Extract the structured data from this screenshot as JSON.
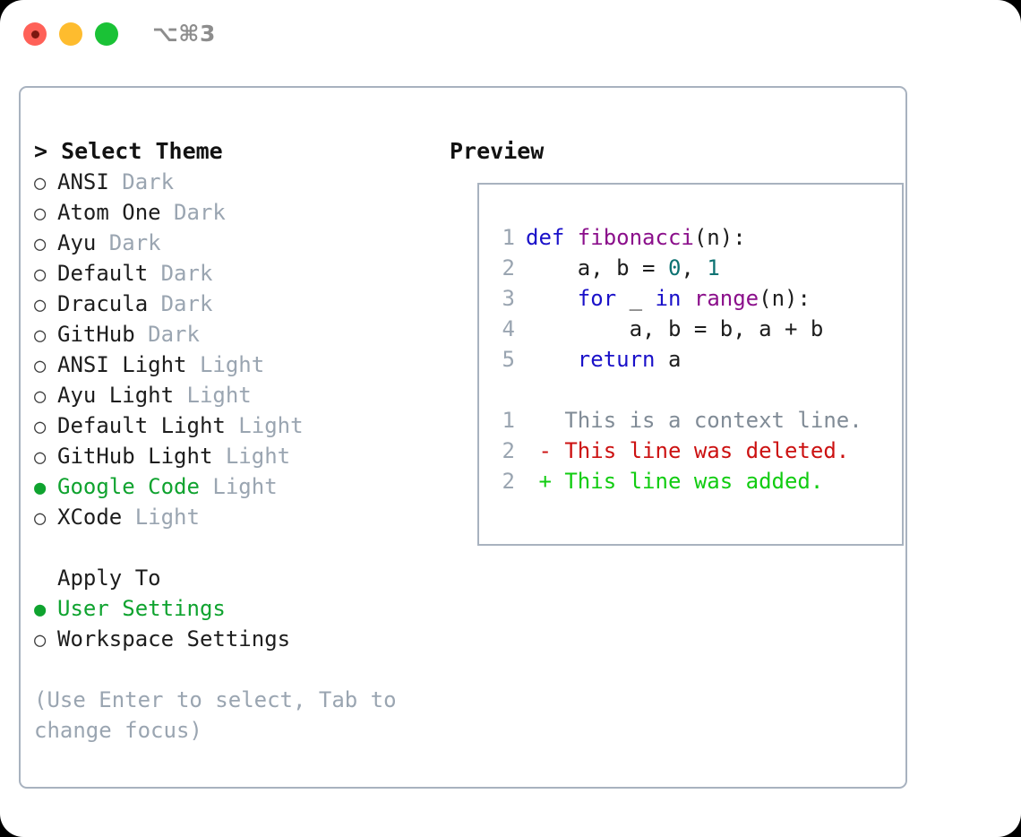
{
  "titlebar": {
    "shortcut": "⌥⌘3",
    "lights": [
      "close-light",
      "minimize-light",
      "zoom-light"
    ]
  },
  "left": {
    "heading": "> Select Theme",
    "themes": [
      {
        "bullet": "○",
        "name": "ANSI",
        "suffix": "Dark",
        "selected": false
      },
      {
        "bullet": "○",
        "name": "Atom One",
        "suffix": "Dark",
        "selected": false
      },
      {
        "bullet": "○",
        "name": "Ayu",
        "suffix": "Dark",
        "selected": false
      },
      {
        "bullet": "○",
        "name": "Default",
        "suffix": "Dark",
        "selected": false
      },
      {
        "bullet": "○",
        "name": "Dracula",
        "suffix": "Dark",
        "selected": false
      },
      {
        "bullet": "○",
        "name": "GitHub",
        "suffix": "Dark",
        "selected": false
      },
      {
        "bullet": "○",
        "name": "ANSI Light",
        "suffix": "Light",
        "selected": false
      },
      {
        "bullet": "○",
        "name": "Ayu Light",
        "suffix": "Light",
        "selected": false
      },
      {
        "bullet": "○",
        "name": "Default Light",
        "suffix": "Light",
        "selected": false
      },
      {
        "bullet": "○",
        "name": "GitHub Light",
        "suffix": "Light",
        "selected": false
      },
      {
        "bullet": "●",
        "name": "Google Code",
        "suffix": "Light",
        "selected": true
      },
      {
        "bullet": "○",
        "name": "XCode",
        "suffix": "Light",
        "selected": false
      }
    ],
    "apply_heading": "Apply To",
    "apply_options": [
      {
        "bullet": "●",
        "name": "User Settings",
        "suffix": "",
        "selected": true
      },
      {
        "bullet": "○",
        "name": "Workspace Settings",
        "suffix": "",
        "selected": false
      }
    ],
    "hint": "(Use Enter to select, Tab to change focus)"
  },
  "right": {
    "heading": "Preview",
    "code_lines": [
      {
        "num": "1",
        "tokens": [
          {
            "t": "def ",
            "c": "kw"
          },
          {
            "t": "fibonacci",
            "c": "fn"
          },
          {
            "t": "(n):",
            "c": "pln"
          }
        ]
      },
      {
        "num": "2",
        "tokens": [
          {
            "t": "    a, b = ",
            "c": "pln"
          },
          {
            "t": "0",
            "c": "num"
          },
          {
            "t": ", ",
            "c": "pln"
          },
          {
            "t": "1",
            "c": "num"
          }
        ]
      },
      {
        "num": "3",
        "tokens": [
          {
            "t": "    ",
            "c": "pln"
          },
          {
            "t": "for",
            "c": "kw"
          },
          {
            "t": " _ ",
            "c": "pln"
          },
          {
            "t": "in",
            "c": "kw"
          },
          {
            "t": " ",
            "c": "pln"
          },
          {
            "t": "range",
            "c": "fn"
          },
          {
            "t": "(n):",
            "c": "pln"
          }
        ]
      },
      {
        "num": "4",
        "tokens": [
          {
            "t": "        a, b = b, a + b",
            "c": "pln"
          }
        ]
      },
      {
        "num": "5",
        "tokens": [
          {
            "t": "    ",
            "c": "pln"
          },
          {
            "t": "return",
            "c": "kw"
          },
          {
            "t": " a",
            "c": "pln"
          }
        ]
      },
      {
        "num": "",
        "tokens": []
      },
      {
        "num": "1",
        "tokens": [
          {
            "t": "   This is a context line.",
            "c": "ctx"
          }
        ]
      },
      {
        "num": "2",
        "tokens": [
          {
            "t": " - This line was deleted.",
            "c": "del"
          }
        ]
      },
      {
        "num": "2",
        "tokens": [
          {
            "t": " + This line was added.",
            "c": "add"
          }
        ]
      }
    ]
  },
  "colors": {
    "accent_green": "#0fa32f",
    "muted": "#9aa5b1",
    "border": "#a8b2bf",
    "keyword": "#1a11c9",
    "function": "#8b0f8b",
    "number": "#0d7272",
    "diff_delete": "#cc1111",
    "diff_add": "#11cc11"
  }
}
